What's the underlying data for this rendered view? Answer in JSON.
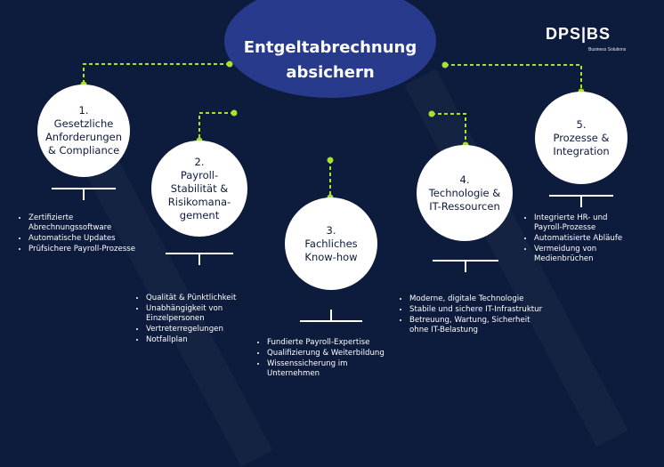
{
  "center": {
    "title": "Entgeltabrechnung\nabsichern"
  },
  "logo": {
    "text": "DPS|BS",
    "subtitle": "Business Solutions"
  },
  "colors": {
    "background": "#0d1b3d",
    "center_circle": "#283a8c",
    "accent": "#a6e22e",
    "node": "#ffffff"
  },
  "pillars": [
    {
      "label": "1.\nGesetzliche\nAnforderungen\n& Compliance",
      "bullets": [
        "Zertifizierte\nAbrechnungssoftware",
        "Automatische Updates",
        "Prüfsichere Payroll-Prozesse"
      ]
    },
    {
      "label": "2.\nPayroll-\nStabilität &\nRisikomana-\ngement",
      "bullets": [
        "Qualität & Pünktlichkeit",
        "Unabhängigkeit von\nEinzelpersonen",
        "Vertreterregelungen",
        "Notfallplan"
      ]
    },
    {
      "label": "3.\nFachliches\nKnow-how",
      "bullets": [
        "Fundierte Payroll-Expertise",
        "Qualifizierung & Weiterbildung",
        "Wissenssicherung im\nUnternehmen"
      ]
    },
    {
      "label": "4.\nTechnologie &\nIT-Ressourcen",
      "bullets": [
        "Moderne, digitale Technologie",
        "Stabile und sichere IT-Infrastruktur",
        "Betreuung, Wartung, Sicherheit\nohne IT-Belastung"
      ]
    },
    {
      "label": "5.\nProzesse &\nIntegration",
      "bullets": [
        "Integrierte HR- und\nPayroll-Prozesse",
        "Automatisierte Abläufe",
        "Vermeidung von\nMedienbrüchen"
      ]
    }
  ]
}
